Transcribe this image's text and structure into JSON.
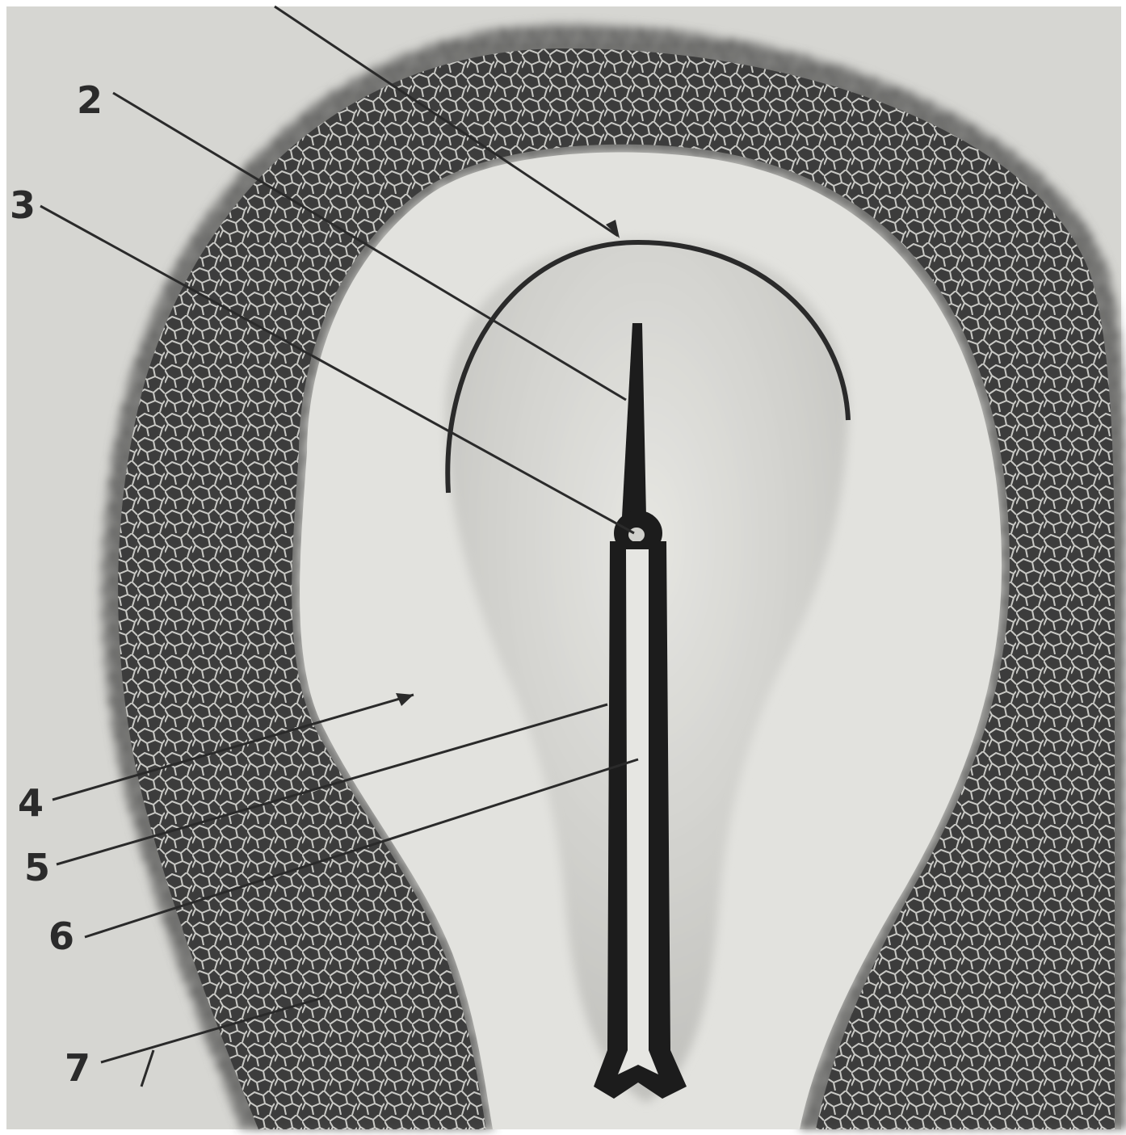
{
  "figure": {
    "colors": {
      "background": "#ffffff",
      "plate": "#cfcfcb",
      "yolk_mesh_dark": "#2f2f2f",
      "yolk_mesh_light": "#dcdcd8",
      "area_pellucida": "#e2e2de",
      "embryo_shield": "#d4d4d0",
      "streak": "#1c1c1c",
      "leader": "#2a2a2a"
    },
    "labels": [
      {
        "id": "label-2",
        "text": "2"
      },
      {
        "id": "label-3",
        "text": "3"
      },
      {
        "id": "label-4",
        "text": "4"
      },
      {
        "id": "label-5",
        "text": "5"
      },
      {
        "id": "label-6",
        "text": "6"
      },
      {
        "id": "label-7",
        "text": "7"
      }
    ]
  }
}
